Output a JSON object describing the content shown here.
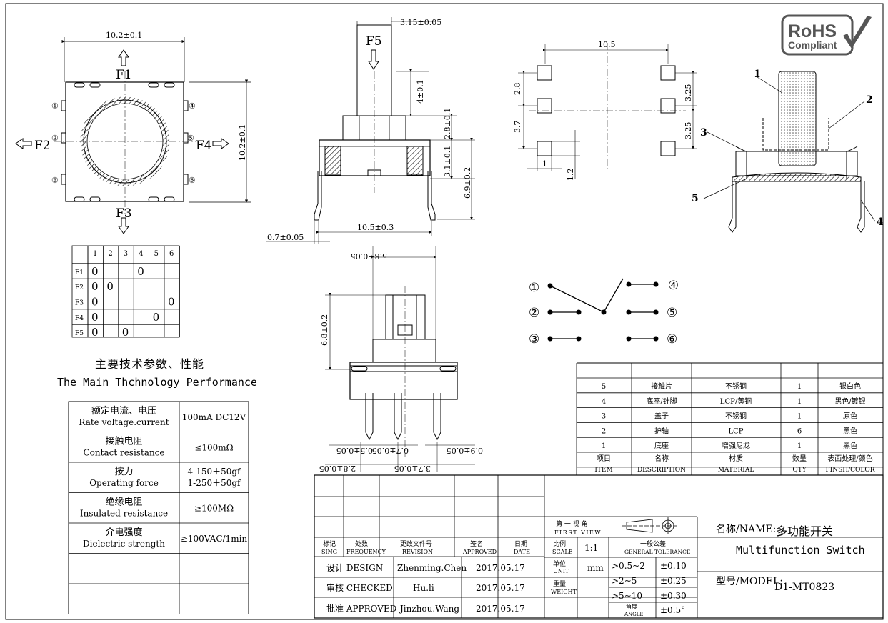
{
  "rohs": {
    "line1": "RoHS",
    "line2": "Compliant"
  },
  "top_view": {
    "width_dim": "10.2±0.1",
    "height_dim": "10.2±0.1",
    "forces": [
      "F1",
      "F2",
      "F3",
      "F4"
    ],
    "pins": [
      "①",
      "②",
      "③",
      "④",
      "⑤",
      "⑥"
    ]
  },
  "side_view": {
    "force_label": "F5",
    "dims": {
      "top_width": "3.15±0.05",
      "stem_height": "4±0.1",
      "cap_height": "2.8±0.1",
      "body_height": "3.1±0.1",
      "total_height": "6.9±0.2",
      "pin_offset": "0.7±0.05",
      "pin_span": "10.5±0.3"
    }
  },
  "front_view": {
    "dims": {
      "top_width": "5.8±0.05",
      "height": "6.8±0.2",
      "pin_a": "0.7±0.05",
      "pin_b": "0.9±0.05",
      "pin_c": "0.5±0.05",
      "pitch_a": "2.8±0.05",
      "pitch_b": "3.7±0.05"
    }
  },
  "footprint": {
    "dims": {
      "span": "10.5",
      "pitch_left": "2.8",
      "pitch_left2": "3.7",
      "pitch_right_a": "3.25",
      "pitch_right_b": "3.25",
      "pad_w": "1",
      "pad_h": "1.2"
    }
  },
  "section_callouts": [
    "1",
    "2",
    "3",
    "4",
    "5"
  ],
  "schematic": {
    "pins": [
      "①",
      "②",
      "③",
      "④",
      "⑤",
      "⑥"
    ]
  },
  "truth_table": {
    "columns": [
      "1",
      "2",
      "3",
      "4",
      "5",
      "6"
    ],
    "rows": [
      {
        "label": "F1",
        "cells": [
          "0",
          "",
          "",
          "0",
          "",
          ""
        ]
      },
      {
        "label": "F2",
        "cells": [
          "0",
          "0",
          "",
          "",
          "",
          ""
        ]
      },
      {
        "label": "F3",
        "cells": [
          "0",
          "",
          "",
          "",
          "",
          "0"
        ]
      },
      {
        "label": "F4",
        "cells": [
          "0",
          "",
          "",
          "",
          "0",
          ""
        ]
      },
      {
        "label": "F5",
        "cells": [
          "0",
          "",
          "0",
          "",
          "",
          ""
        ]
      }
    ]
  },
  "perf_title_cn": "主要技术参数、性能",
  "perf_title_en": "The Main Thchnology Performance",
  "perf_table": [
    {
      "name_cn": "额定电流、电压",
      "name_en": "Rate voltage.current",
      "value": [
        "100mA DC12V"
      ]
    },
    {
      "name_cn": "接触电阻",
      "name_en": "Contact resistance",
      "value": [
        "≤100mΩ"
      ]
    },
    {
      "name_cn": "按力",
      "name_en": "Operating force",
      "value": [
        "4-150＋50gf",
        "1-250＋50gf"
      ]
    },
    {
      "name_cn": "绝缘电阻",
      "name_en": "Insulated resistance",
      "value": [
        "≥100MΩ"
      ]
    },
    {
      "name_cn": "介电强度",
      "name_en": "Dielectric strength",
      "value": [
        "≥100VAC/1min"
      ]
    }
  ],
  "bom": {
    "rows": [
      {
        "item": "5",
        "desc": "接触片",
        "material": "不锈钢",
        "qty": "1",
        "finish": "银白色"
      },
      {
        "item": "4",
        "desc": "底座/针脚",
        "material": "LCP/黄铜",
        "qty": "1",
        "finish": "黑色/镀银"
      },
      {
        "item": "3",
        "desc": "盖子",
        "material": "不锈钢",
        "qty": "1",
        "finish": "原色"
      },
      {
        "item": "2",
        "desc": "护轴",
        "material": "LCP",
        "qty": "6",
        "finish": "黑色"
      },
      {
        "item": "1",
        "desc": "底座",
        "material": "增强尼龙",
        "qty": "1",
        "finish": "黑色"
      }
    ],
    "header": {
      "item_cn": "项目",
      "item_en": "ITEM",
      "desc_cn": "名称",
      "desc_en": "DESCRIPTION",
      "material_cn": "材质",
      "material_en": "MATERIAL",
      "qty_cn": "数量",
      "qty_en": "QTY",
      "finish_cn": "表面处理/颜色",
      "finish_en": "FINSH/COLOR"
    }
  },
  "title_block": {
    "rev_headers": [
      {
        "cn": "标记",
        "en": "SING"
      },
      {
        "cn": "处数",
        "en": "FREQUENCY"
      },
      {
        "cn": "更改文件号",
        "en": "REVISION"
      },
      {
        "cn": "签名",
        "en": "APPROVED"
      },
      {
        "cn": "日期",
        "en": "DATE"
      }
    ],
    "design_label": "设计 DESIGN",
    "design_name": "Zhenming.Chen",
    "design_date": "2017.05.17",
    "checked_label": "审核 CHECKED",
    "checked_name": "Hu.li",
    "checked_date": "2017.05.17",
    "approved_label": "批准 APPROVED",
    "approved_name": "Jinzhou.Wang",
    "approved_date": "2017.05.17",
    "first_view_cn": "第 一 视 角",
    "first_view_en": "FIRST VIEW",
    "scale_cn": "比例",
    "scale_en": "SCALE",
    "scale_value": "1:1",
    "tolerance_cn": "一般公差",
    "tolerance_en": "GENERAL TOLERANCE",
    "unit_cn": "单位",
    "unit_en": "UNIT",
    "unit_value": "mm",
    "weight_cn": "重量",
    "weight_en": "WEIGHT",
    "angle_cn": "角度",
    "angle_en": "ANGLE",
    "tolerances": [
      {
        "range": ">0.5~2",
        "tol": "±0.10"
      },
      {
        "range": ">2~5",
        "tol": "±0.25"
      },
      {
        "range": ">5~10",
        "tol": "±0.30"
      },
      {
        "range": "",
        "tol": "±0.5°"
      }
    ],
    "name_label": "名称/NAME:",
    "name_cn": "多功能开关",
    "name_en": "Multifunction Switch",
    "model_label": "型号/MODEL:",
    "model_value": "D1-MT0823"
  }
}
